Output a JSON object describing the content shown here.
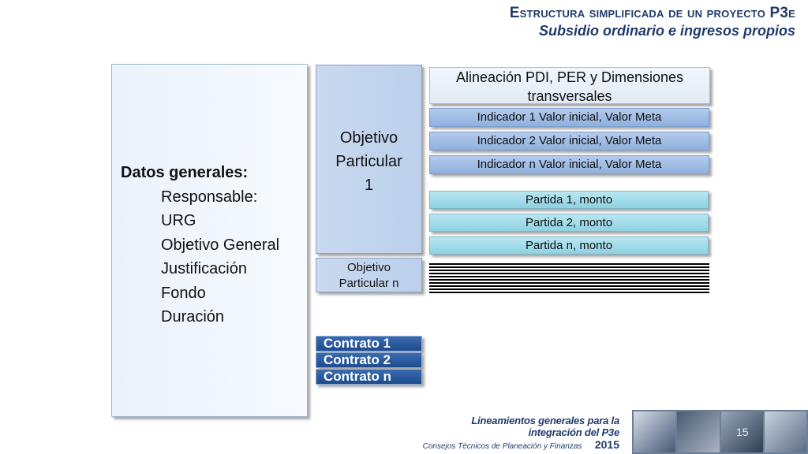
{
  "header": {
    "title": "Estructura simplificada de un proyecto P3e",
    "subtitle": "Subsidio ordinario e ingresos propios"
  },
  "datos": {
    "heading": "Datos generales:",
    "items": [
      "Responsable:",
      "URG",
      "Objetivo General",
      "Justificación",
      "Fondo",
      "Duración"
    ]
  },
  "objetivos": {
    "first": [
      "Objetivo",
      "Particular",
      "1"
    ],
    "last": [
      "Objetivo",
      "Particular n"
    ]
  },
  "contratos": [
    "Contrato 1",
    "Contrato 2",
    "Contrato n"
  ],
  "alineacion": [
    "Alineación PDI, PER y Dimensiones",
    "transversales"
  ],
  "indicadores": [
    "Indicador 1  Valor inicial,  Valor Meta",
    "Indicador 2 Valor inicial,  Valor Meta",
    "Indicador n Valor inicial,  Valor Meta"
  ],
  "partidas": [
    "Partida 1, monto",
    "Partida 2, monto",
    "Partida n, monto"
  ],
  "footer": {
    "title": "Lineamientos generales para la integración del P3e",
    "subtitle": "Consejos Técnicos de Planeación y Finanzas",
    "year": "2015",
    "page": "15"
  },
  "colors": {
    "title": "#1f3b6e",
    "contrato": "#2a5a9e",
    "indicador": "#a3bfe6",
    "partida": "#a8deeb"
  }
}
